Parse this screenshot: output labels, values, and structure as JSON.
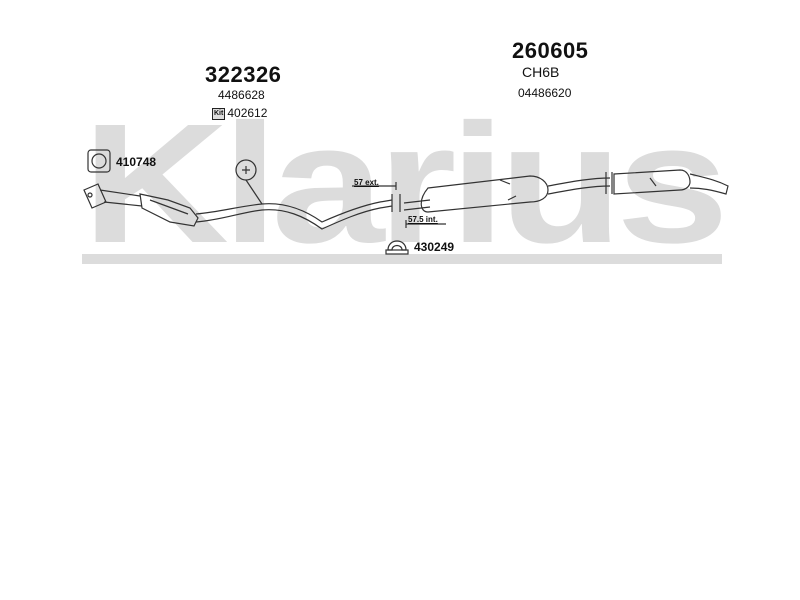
{
  "brand": {
    "watermark_text": "Klarius"
  },
  "front_pipe": {
    "part_number": "322326",
    "oe_ref": "4486628",
    "kit_label": "Kit",
    "kit_number": "402612"
  },
  "rear_section": {
    "part_number": "260605",
    "code": "CH6B",
    "oe_ref": "04486620"
  },
  "callouts": {
    "gasket": "410748",
    "clamp": "430249"
  },
  "dimensions": {
    "ext": "57 ext.",
    "int": "57.5 int."
  },
  "colors": {
    "watermark": "#dcdcdc",
    "line": "#333333"
  }
}
